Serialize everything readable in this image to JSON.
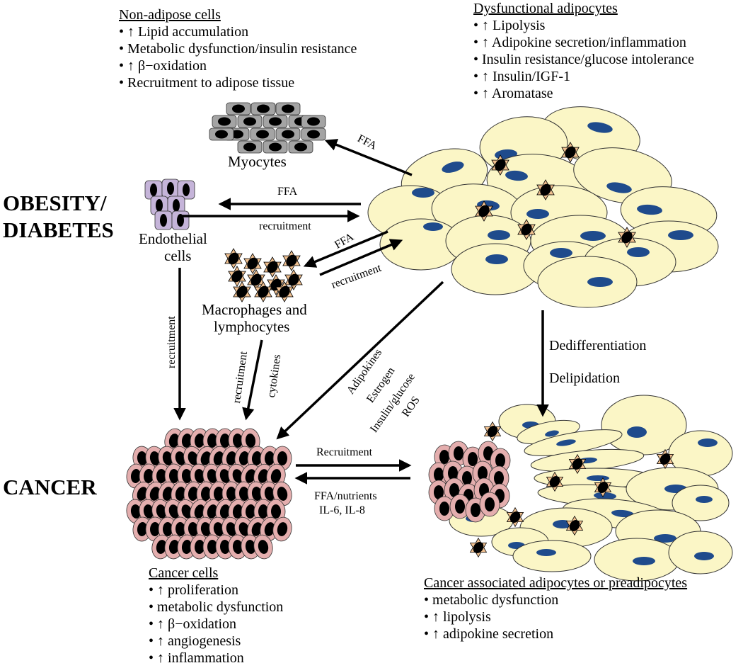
{
  "row_labels": {
    "obesity_line1": "OBESITY/",
    "obesity_line2": "DIABETES",
    "cancer": "CANCER"
  },
  "non_adipose": {
    "heading": "Non-adipose cells",
    "items": [
      "↑ Lipid accumulation",
      "Metabolic dysfunction/insulin resistance",
      "↑ β−oxidation",
      "Recruitment to adipose tissue"
    ]
  },
  "dysfunctional_adipocytes": {
    "heading": "Dysfunctional adipocytes",
    "items": [
      "↑ Lipolysis",
      "↑ Adipokine secretion/inflammation",
      "Insulin resistance/glucose intolerance",
      "↑ Insulin/IGF-1",
      "↑ Aromatase"
    ]
  },
  "cancer_cells": {
    "heading": "Cancer cells",
    "items": [
      "↑ proliferation",
      "metabolic dysfunction",
      "↑ β−oxidation",
      "↑ angiogenesis",
      "↑ inflammation"
    ]
  },
  "caa": {
    "heading": "Cancer associated adipocytes or preadipocytes",
    "items": [
      "metabolic dysfunction",
      "↑ lipolysis",
      "↑ adipokine secretion"
    ]
  },
  "cell_captions": {
    "myocytes": "Myocytes",
    "endothelial_1": "Endothelial",
    "endothelial_2": "cells",
    "macrophages_1": "Macrophages and",
    "macrophages_2": "lymphocytes"
  },
  "arrow_labels": {
    "ffa_myocytes": "FFA",
    "ffa_endothelial": "FFA",
    "recruitment_endothelial": "recruitment",
    "ffa_macrophages": "FFA",
    "recruitment_macrophages": "recruitment",
    "recruitment_vertical": "recruitment",
    "mac_recruitment": "recruitment",
    "mac_cytokines": "cytokines",
    "adipokines": "Adipokines",
    "estrogen": "Estrogen",
    "insulin_glucose": "Insulin/glucose",
    "ros": "ROS",
    "dedifferentiation": "Dedifferentiation",
    "delipidation": "Delipidation",
    "recruitment_caps": "Recruitment",
    "ffa_nutrients": "FFA/nutrients",
    "il6_il8": "IL-6, IL-8"
  },
  "colors": {
    "adipocyte_fill": "#fbf6c6",
    "adipocyte_nucleus": "#1f4b8c",
    "cancer_cell_fill": "#e4aeae",
    "myocyte_fill": "#a4a4a4",
    "endothelial_fill": "#c5b4d9",
    "immune_star_fill": "#f0c090",
    "nucleus_black": "#000000"
  }
}
